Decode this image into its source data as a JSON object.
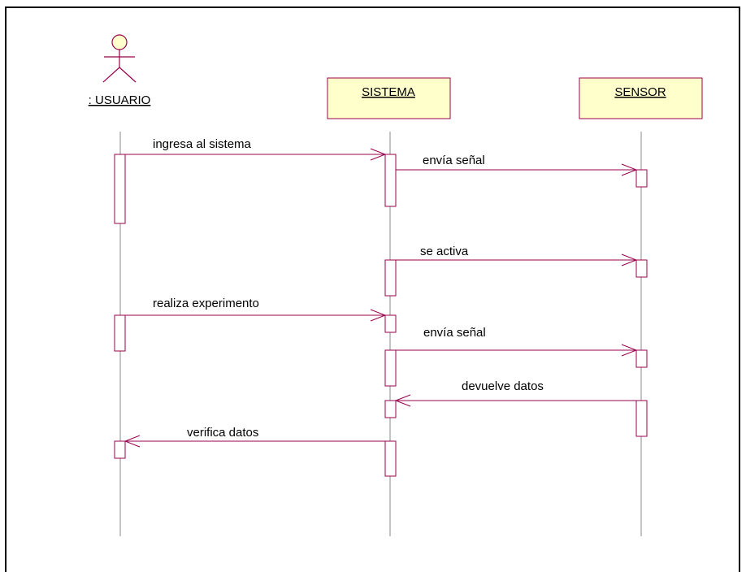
{
  "colors": {
    "line": "#99004C",
    "lifeline": "#888888",
    "object_fill": "#FFFFCC",
    "object_border": "#99004C",
    "frame": "#000000",
    "text": "#000000"
  },
  "participants": [
    {
      "id": "usuario",
      "label": ": USUARIO",
      "kind": "actor"
    },
    {
      "id": "sistema",
      "label": "SISTEMA",
      "kind": "object"
    },
    {
      "id": "sensor",
      "label": "SENSOR",
      "kind": "object"
    }
  ],
  "messages": [
    {
      "label": "ingresa al sistema",
      "from": "usuario",
      "to": "sistema"
    },
    {
      "label": "envía señal",
      "from": "sistema",
      "to": "sensor"
    },
    {
      "label": "se activa",
      "from": "sistema",
      "to": "sensor"
    },
    {
      "label": "realiza experimento",
      "from": "usuario",
      "to": "sistema"
    },
    {
      "label": "envía señal",
      "from": "sistema",
      "to": "sensor"
    },
    {
      "label": "devuelve datos",
      "from": "sensor",
      "to": "sistema"
    },
    {
      "label": "verifica datos",
      "from": "sistema",
      "to": "usuario"
    }
  ]
}
